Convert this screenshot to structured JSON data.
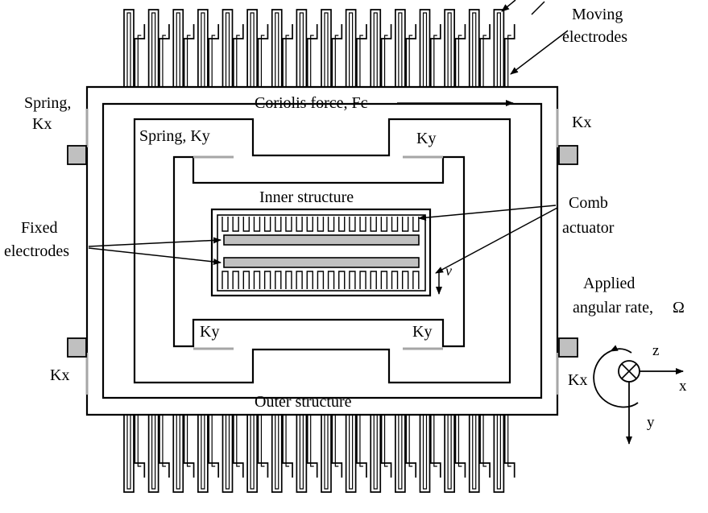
{
  "labels": {
    "moving_electrodes_1": "Moving",
    "moving_electrodes_2": "electrodes",
    "spring_kx_tl_1": "Spring,",
    "spring_kx_tl_2": "Kx",
    "coriolis_force": "Coriolis force, Fc",
    "kx_tr": "Kx",
    "spring_ky_tl": "Spring, Ky",
    "ky_tr": "Ky",
    "inner_structure": "Inner structure",
    "fixed_electrodes_1": "Fixed",
    "fixed_electrodes_2": "electrodes",
    "comb_actuator_1": "Comb",
    "comb_actuator_2": "actuator",
    "velocity_v": "v",
    "applied_rate_1": "Applied",
    "applied_rate_2": "angular rate,",
    "omega_symbol": "Ω",
    "ky_bl": "Ky",
    "ky_br": "Ky",
    "kx_bl": "Kx",
    "kx_br": "Kx",
    "outer_structure": "Outer structure",
    "axis_z": "z",
    "axis_x": "x",
    "axis_y": "y"
  },
  "colors": {
    "line": "#000000",
    "fill": "#ffffff",
    "spring": "#a6a6a6",
    "anchor": "#c0c0c0"
  },
  "icons": {
    "axis_z_symbol": "into-page-cross-circle",
    "rotation": "curved-arrow-omega"
  }
}
